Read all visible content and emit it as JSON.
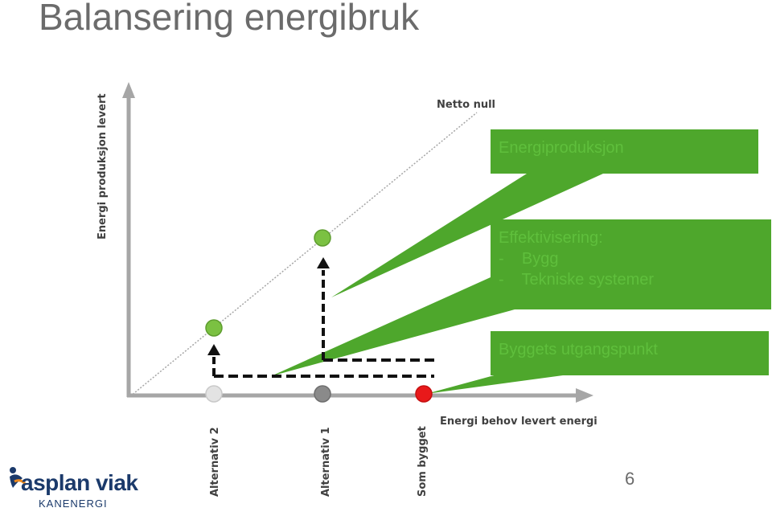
{
  "title": "Balansering energibruk",
  "axes": {
    "y_label": "Energi produksjon levert",
    "x_label": "Energi behov levert energi",
    "diagonal_label": "Netto null"
  },
  "x_categories": [
    "Alternativ 2",
    "Alternativ 1",
    "Som bygget"
  ],
  "points": [
    {
      "name": "alternativ-2-baseline",
      "color": "#e3e3e3"
    },
    {
      "name": "alternativ-1-baseline",
      "color": "#8a8a8a"
    },
    {
      "name": "som-bygget-point",
      "color": "#e8191a"
    },
    {
      "name": "alternativ-2-netto-null",
      "color": "#7bc142"
    },
    {
      "name": "alternativ-1-netto-null",
      "color": "#7bc142"
    }
  ],
  "callouts": {
    "production": "Energiproduksjon",
    "efficiency": {
      "heading": "Effektivisering:",
      "items": [
        "-    Bygg",
        "-    Tekniske systemer"
      ]
    },
    "baseline": "Byggets utgangspunkt"
  },
  "colors": {
    "callout_fill": "#4ea72c",
    "callout_text": "#5fbf3c",
    "axis": "#a6a6a6",
    "text": "#6b6b6b"
  },
  "logo": {
    "main": "asplan viak",
    "sub": "KANENERGI"
  },
  "page_number": "6"
}
